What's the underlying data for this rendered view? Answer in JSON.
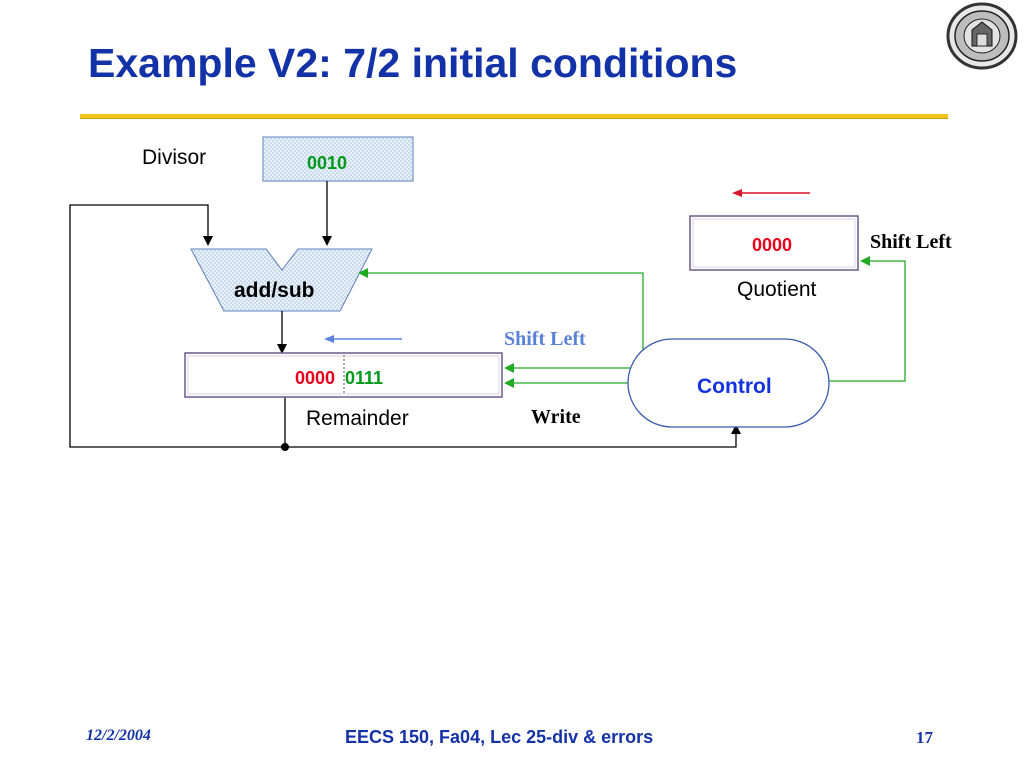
{
  "slide": {
    "title": "Example V2: 7/2 initial conditions"
  },
  "diagram": {
    "divisor_label": "Divisor",
    "divisor_value": "0010",
    "alu_label": "add/sub",
    "quotient_value": "0000",
    "quotient_label": "Quotient",
    "quotient_shift_label": "Shift Left",
    "remainder_high": "0000",
    "remainder_low": "0111",
    "remainder_label": "Remainder",
    "remainder_shift_label": "Shift Left",
    "write_label": "Write",
    "control_label": "Control"
  },
  "footer": {
    "date": "12/2/2004",
    "course": "EECS 150, Fa04, Lec 25-div & errors",
    "page": "17"
  },
  "colors": {
    "title": "#1432a8",
    "rule": "#f0c419",
    "register_value_red": "#e8001c",
    "register_value_green": "#009a1a",
    "green_wire": "#22aa22",
    "blue_arrow": "#5a82d8",
    "red_arrow": "#d81428",
    "control_text": "#1432e0",
    "shift_left_blue": "#5a82d8"
  },
  "icons": {
    "seal": "university-seal-icon"
  }
}
